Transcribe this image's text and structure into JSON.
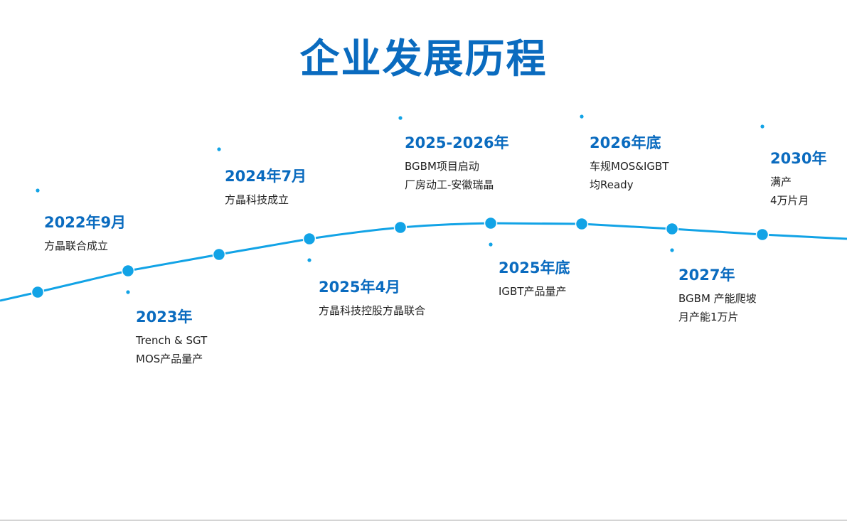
{
  "title": "企业发展历程",
  "colors": {
    "title": "#0a6bbf",
    "line": "#12a3e6",
    "dot": "#12a3e6",
    "year": "#0a6bbf"
  },
  "milestones": [
    {
      "year": "2022年9月",
      "lines": [
        "方晶联合成立"
      ]
    },
    {
      "year": "2023年",
      "lines": [
        "Trench & SGT",
        "MOS产品量产"
      ]
    },
    {
      "year": "2024年7月",
      "lines": [
        "方晶科技成立"
      ]
    },
    {
      "year": "2025年4月",
      "lines": [
        "方晶科技控股方晶联合"
      ]
    },
    {
      "year": "2025-2026年",
      "lines": [
        "BGBM项目启动",
        "厂房动工-安徽瑞晶"
      ]
    },
    {
      "year": "2025年底",
      "lines": [
        "IGBT产品量产"
      ]
    },
    {
      "year": "2026年底",
      "lines": [
        "车规MOS&IGBT",
        "均Ready"
      ]
    },
    {
      "year": "2027年",
      "lines": [
        "BGBM 产能爬坡",
        "月产能1万片"
      ]
    },
    {
      "year": "2030年",
      "lines": [
        "满产",
        "4万片月"
      ]
    }
  ]
}
